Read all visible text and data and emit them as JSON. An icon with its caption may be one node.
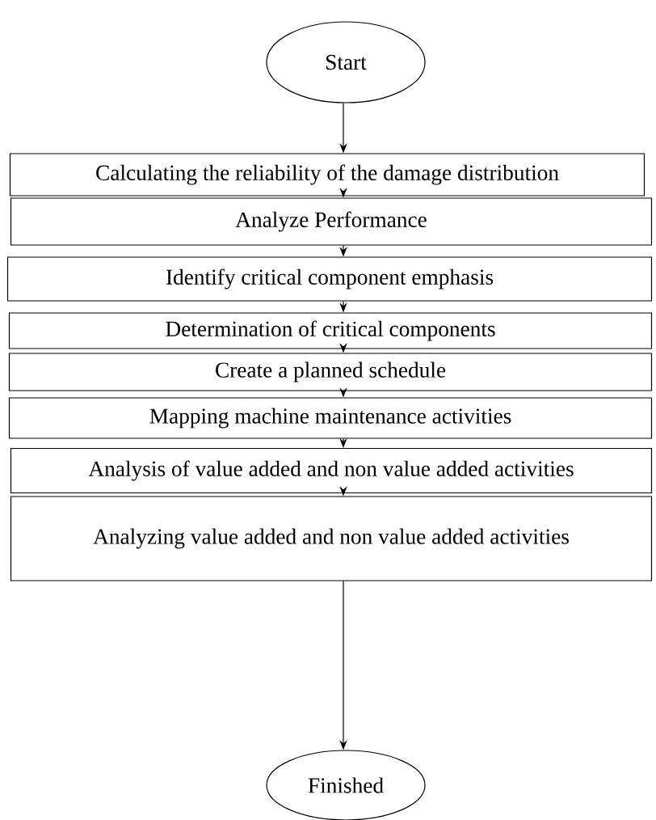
{
  "diagram": {
    "nodes": [
      {
        "text": [
          "Start"
        ]
      },
      {
        "text": [
          "Calculating the reliability of the damage distribution"
        ]
      },
      {
        "text": [
          "Analyze Performance"
        ]
      },
      {
        "text": [
          "Identify critical component emphasis"
        ]
      },
      {
        "text": [
          "Determination of critical components"
        ]
      },
      {
        "text": [
          "Create a planned schedule"
        ]
      },
      {
        "text": [
          "Mapping machine maintenance activities"
        ]
      },
      {
        "text": [
          "Analysis of value added and non value added activities"
        ]
      },
      {
        "text": [
          "Analyzing value added and non value added activities"
        ]
      },
      {
        "text": [
          "Finished"
        ]
      }
    ],
    "edges": [
      {
        "from": 0,
        "to": 1,
        "arrow": "to"
      },
      {
        "from": 1,
        "to": 2,
        "arrow": "to"
      },
      {
        "from": 2,
        "to": 3,
        "arrow": "to"
      },
      {
        "from": 3,
        "to": 4,
        "arrow": "to"
      },
      {
        "from": 4,
        "to": 5,
        "arrow": "to"
      },
      {
        "from": 5,
        "to": 6,
        "arrow": "to"
      },
      {
        "from": 6,
        "to": 7,
        "arrow": "to"
      },
      {
        "from": 7,
        "to": 8,
        "arrow": "to"
      },
      {
        "from": 8,
        "to": 9,
        "arrow": "to"
      }
    ]
  }
}
